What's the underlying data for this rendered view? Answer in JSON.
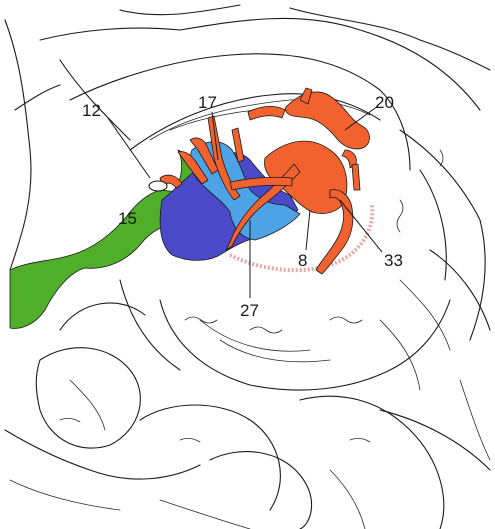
{
  "colors": {
    "nerve": "#4fae2a",
    "artery": "#f2622e",
    "vein_dark": "#4a49c8",
    "vein_light": "#4ea3e6",
    "outline": "#1a1a1a",
    "dotted_margin": "#e3a8a8"
  },
  "labels": {
    "l12": "12",
    "l17": "17",
    "l20": "20",
    "l15": "15",
    "l8": "8",
    "l33": "33",
    "l27": "27"
  }
}
